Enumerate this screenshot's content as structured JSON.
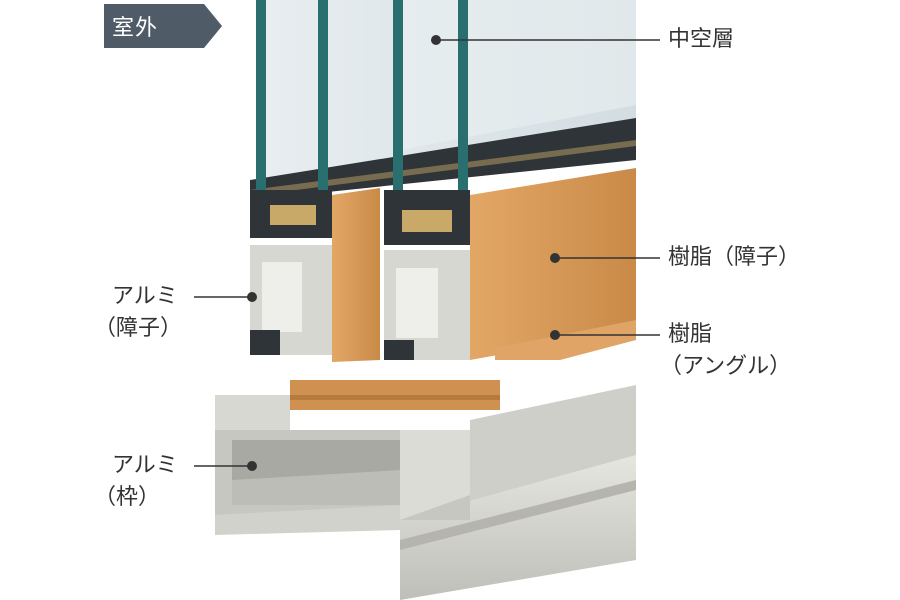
{
  "outside_tag": "室外",
  "labels": {
    "hollow_layer": "中空層",
    "resin_sash": "樹脂（障子）",
    "resin_angle_line1": "樹脂",
    "resin_angle_line2": "（アングル）",
    "alu_sash_line1": "アルミ",
    "alu_sash_line2": "（障子）",
    "alu_frame_line1": "アルミ",
    "alu_frame_line2": "（枠）"
  },
  "colors": {
    "tag_bg": "#4f5b66",
    "text": "#333333",
    "resin": "#d89a55",
    "aluminum": "#d8d8d2",
    "glass": "#dfe9ec",
    "spacer": "#3b3f44",
    "glass_edge": "#2a6f70"
  }
}
